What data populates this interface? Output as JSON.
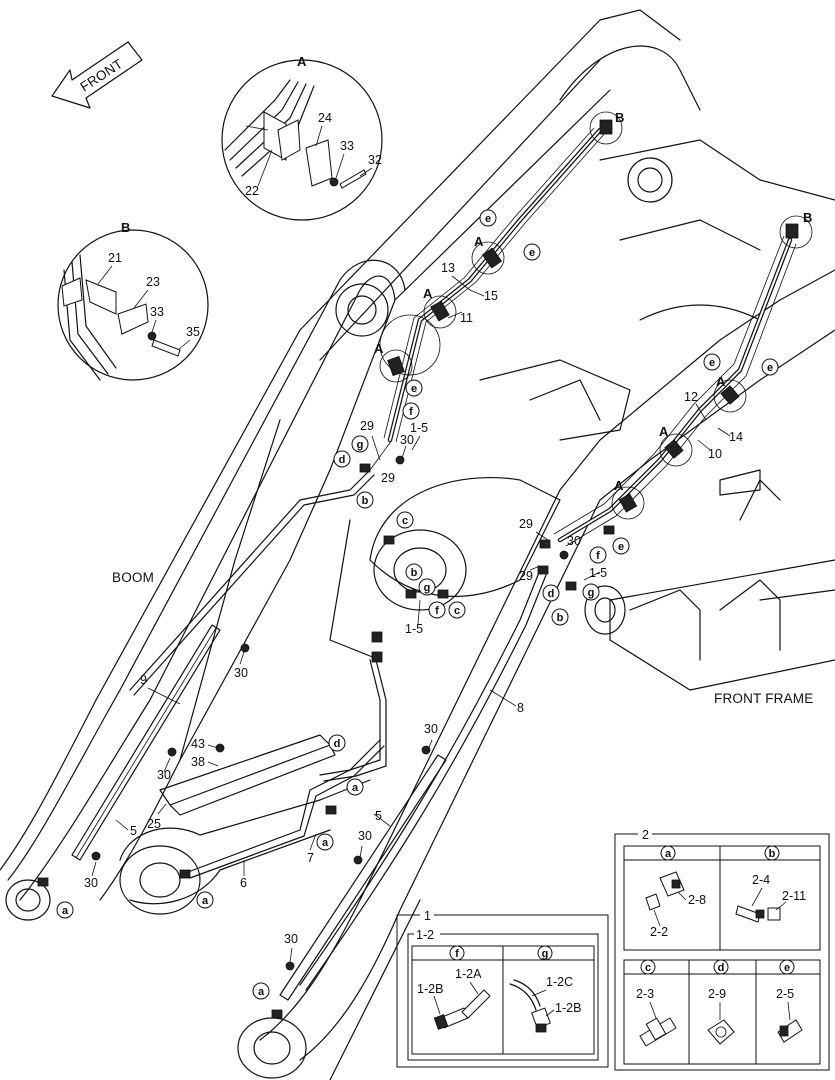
{
  "direction_arrow": "FRONT",
  "region_labels": {
    "boom": "BOOM",
    "front_frame": "FRONT FRAME"
  },
  "detail_a": {
    "letter": "A",
    "parts": [
      "22",
      "24",
      "33",
      "32"
    ]
  },
  "detail_b": {
    "letter": "B",
    "parts": [
      "21",
      "23",
      "33",
      "35"
    ]
  },
  "callouts": [
    {
      "id": "c-13",
      "text": "13"
    },
    {
      "id": "c-15",
      "text": "15"
    },
    {
      "id": "c-11",
      "text": "11"
    },
    {
      "id": "c-29a",
      "text": "29"
    },
    {
      "id": "c-30a",
      "text": "30"
    },
    {
      "id": "c-1-5a",
      "text": "1-5"
    },
    {
      "id": "c-29b",
      "text": "29"
    },
    {
      "id": "c-12",
      "text": "12"
    },
    {
      "id": "c-14",
      "text": "14"
    },
    {
      "id": "c-10",
      "text": "10"
    },
    {
      "id": "c-29c",
      "text": "29"
    },
    {
      "id": "c-30b",
      "text": "30"
    },
    {
      "id": "c-29d",
      "text": "29"
    },
    {
      "id": "c-1-5b",
      "text": "1-5"
    },
    {
      "id": "c-1-5c",
      "text": "1-5"
    },
    {
      "id": "c-30c",
      "text": "30"
    },
    {
      "id": "c-9",
      "text": "9"
    },
    {
      "id": "c-8",
      "text": "8"
    },
    {
      "id": "c-43",
      "text": "43"
    },
    {
      "id": "c-38",
      "text": "38"
    },
    {
      "id": "c-30d",
      "text": "30"
    },
    {
      "id": "c-30e",
      "text": "30"
    },
    {
      "id": "c-25",
      "text": "25"
    },
    {
      "id": "c-5a",
      "text": "5"
    },
    {
      "id": "c-5b",
      "text": "5"
    },
    {
      "id": "c-30f",
      "text": "30"
    },
    {
      "id": "c-7",
      "text": "7"
    },
    {
      "id": "c-6",
      "text": "6"
    },
    {
      "id": "c-30g",
      "text": "30"
    },
    {
      "id": "c-30h",
      "text": "30"
    }
  ],
  "callout_letters": {
    "A1": "A",
    "A2": "A",
    "A3": "A",
    "A4": "A",
    "A5": "A",
    "A6": "A",
    "B1": "B",
    "B2": "B",
    "e1": "e",
    "e2": "e",
    "e3": "e",
    "e4": "e",
    "e5": "e",
    "e6": "e",
    "f1": "f",
    "f2": "f",
    "f3": "f",
    "g1": "g",
    "g2": "g",
    "g3": "g",
    "d1": "d",
    "d2": "d",
    "d3": "d",
    "b1": "b",
    "b2": "b",
    "b3": "b",
    "c1": "c",
    "c2": "c",
    "a1": "a",
    "a2": "a",
    "a3": "a",
    "a4": "a"
  },
  "inset_1": {
    "title": "1",
    "sub_title": "1-2",
    "cells": [
      {
        "letter": "f",
        "labels": [
          "1-2B",
          "1-2A"
        ]
      },
      {
        "letter": "g",
        "labels": [
          "1-2C",
          "1-2B"
        ]
      }
    ]
  },
  "inset_2": {
    "title": "2",
    "top_cells": [
      {
        "letter": "a",
        "labels": [
          "2-8",
          "2-2"
        ]
      },
      {
        "letter": "b",
        "labels": [
          "2-4",
          "2-11"
        ]
      }
    ],
    "bottom_cells": [
      {
        "letter": "c",
        "labels": [
          "2-3"
        ]
      },
      {
        "letter": "d",
        "labels": [
          "2-9"
        ]
      },
      {
        "letter": "e",
        "labels": [
          "2-5"
        ]
      }
    ]
  }
}
